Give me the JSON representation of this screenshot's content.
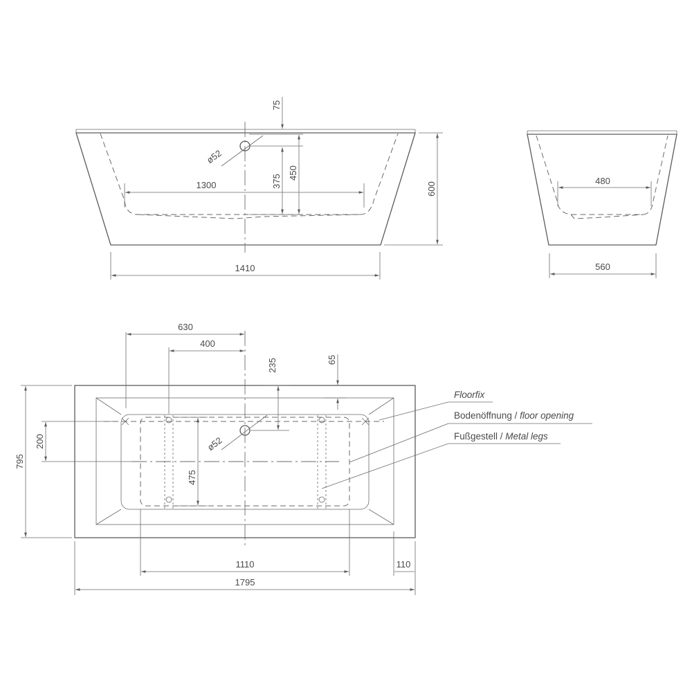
{
  "front_view": {
    "dim_top_offset": "75",
    "dim_drain_diameter": "ø52",
    "dim_inner_length": "1300",
    "dim_drain_height": "375",
    "dim_inner_depth": "450",
    "dim_total_height": "600",
    "dim_bottom_length": "1410"
  },
  "side_view": {
    "dim_inner_width": "480",
    "dim_bottom_width": "560"
  },
  "top_view": {
    "dim_legs_offset": "630",
    "dim_drain_offset_x": "400",
    "dim_drain_offset_y": "235",
    "dim_floorfix_offset": "65",
    "dim_opening_offset": "200",
    "dim_total_width": "795",
    "dim_drain_diameter": "ø52",
    "dim_legs_span": "475",
    "dim_opening_length": "1110",
    "dim_edge_offset": "110",
    "dim_total_length": "1795"
  },
  "labels": {
    "floorfix": "Floorfix",
    "floor_opening_de": "Bodenöffnung / ",
    "floor_opening_en": "floor opening",
    "metal_legs_de": "Fußgestell / ",
    "metal_legs_en": "Metal legs"
  }
}
